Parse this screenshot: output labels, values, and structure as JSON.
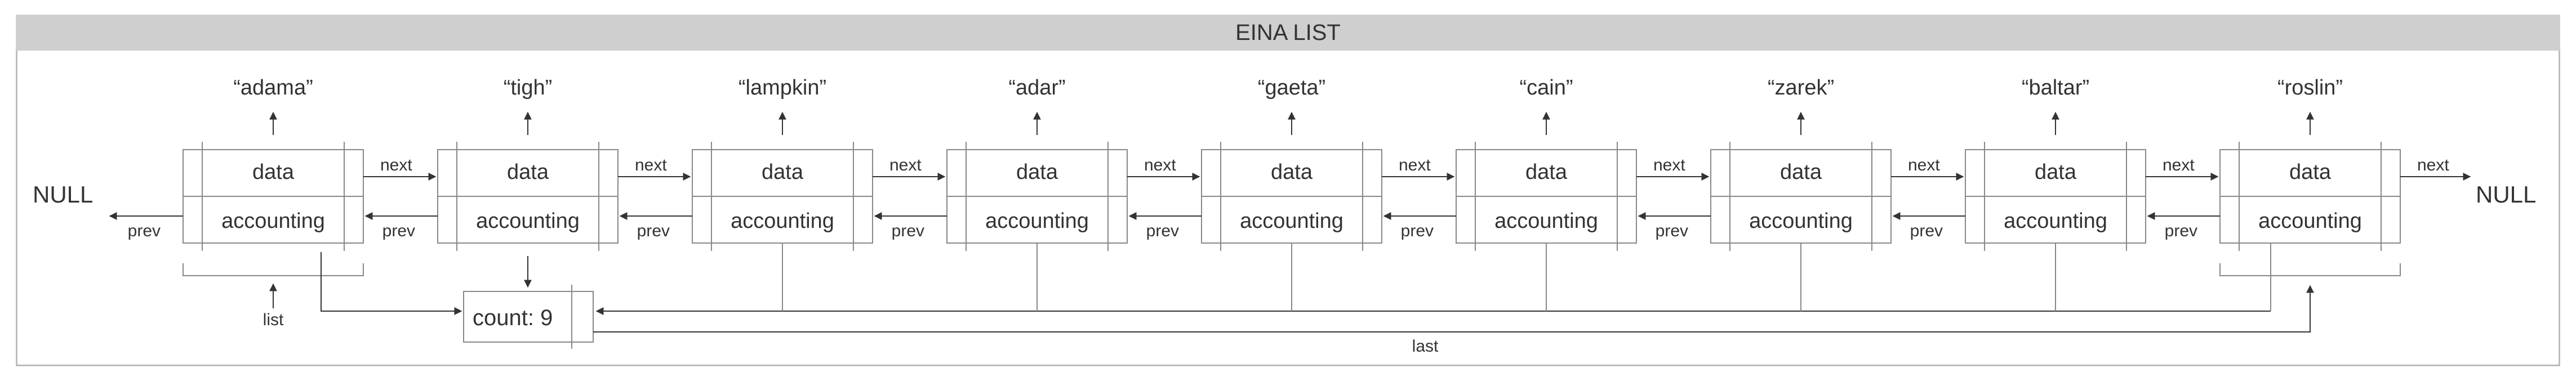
{
  "diagram_title": "EINA LIST",
  "nodes": [
    {
      "value": "“adama”"
    },
    {
      "value": "“tigh”"
    },
    {
      "value": "“lampkin”"
    },
    {
      "value": "“adar”"
    },
    {
      "value": "“gaeta”"
    },
    {
      "value": "“cain”"
    },
    {
      "value": "“zarek”"
    },
    {
      "value": "“baltar”"
    },
    {
      "value": "“roslin”"
    }
  ],
  "node_fields": {
    "data": "data",
    "accounting": "accounting"
  },
  "labels": {
    "null_left": "NULL",
    "null_right": "NULL",
    "next": "next",
    "prev": "prev",
    "list": "list",
    "last": "last",
    "count": "count: 9"
  }
}
